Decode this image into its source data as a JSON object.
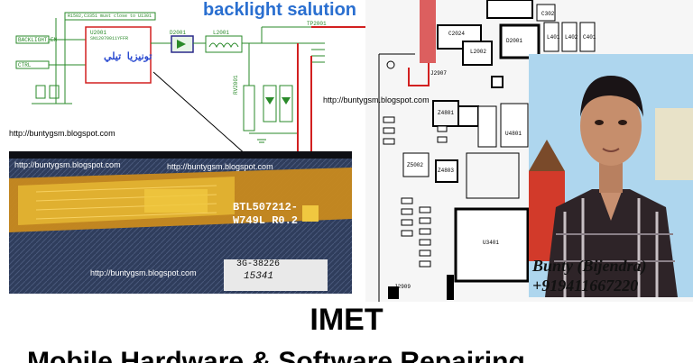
{
  "header": {
    "title": "backlight salution"
  },
  "watermarks": {
    "url": "http://buntygsm.blogspot.com"
  },
  "schematic": {
    "ic_label": "U2001",
    "ic_part": "SN12070011YFFR",
    "d2001": "D2001",
    "l2001": "L2001",
    "rv2001": "RV2001",
    "note": "R1502,C3351 must close to U1301",
    "net1": "BACKLIGHT_EN",
    "net2": "CTRL",
    "tp": "TP2001"
  },
  "pcb": {
    "labels": [
      "C2024",
      "L2002",
      "D2001",
      "J2907",
      "U4801",
      "U3401",
      "J2909",
      "Z4801",
      "Z4803",
      "Z5002",
      "C302",
      "L401",
      "L402",
      "C401"
    ]
  },
  "flex": {
    "part_line1": "BTL507212-",
    "part_line2": "W749L R0.2",
    "code1": "3G-38226",
    "code2": "15341"
  },
  "portrait": {
    "name": "Bunty (Bijendra)",
    "phone": "+919411667220"
  },
  "footer": {
    "brand": "IMET",
    "subtitle": "Mobile Hardware & Software Repairing"
  },
  "colors": {
    "title": "#2a6fd0",
    "wire_red": "#d22020",
    "highlight": "#f0d020"
  }
}
